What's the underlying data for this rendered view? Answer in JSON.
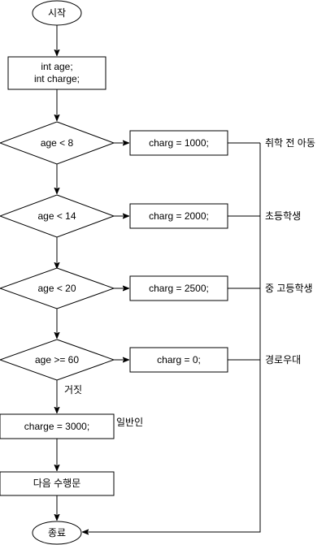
{
  "diagram": {
    "nodes": {
      "start": "시작",
      "declare": [
        "int age;",
        "int charge;"
      ],
      "cond_age_lt_8": "age < 8",
      "cond_age_lt_14": "age < 14",
      "cond_age_lt_20": "age < 20",
      "cond_age_ge_60": "age >= 60",
      "charge_1000": "charg = 1000;",
      "charge_2000": "charg = 2000;",
      "charge_2500": "charg = 2500;",
      "charge_0": "charg = 0;",
      "charge_3000": "charge = 3000;",
      "next_statement": "다음 수행문",
      "end": "종료"
    },
    "annotations": {
      "preschool": "취학 전 아동",
      "elementary": "초등학생",
      "middle_high": "중 고등학생",
      "senior": "경로우대",
      "general": "일반인",
      "false_branch": "거짓"
    }
  }
}
